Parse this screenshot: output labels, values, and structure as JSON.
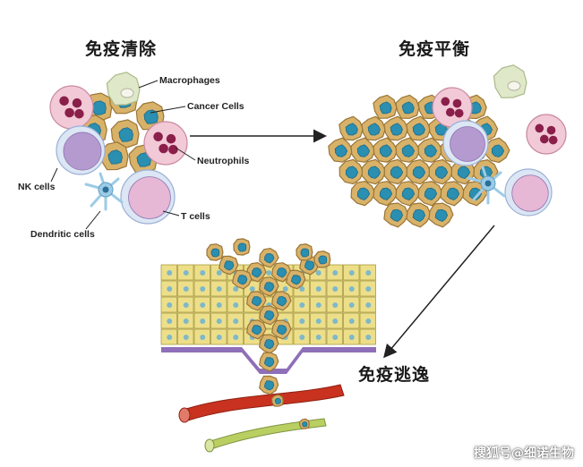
{
  "titles": {
    "clearance": "免疫清除",
    "equilibrium": "免疫平衡",
    "escape": "免疫逃逸"
  },
  "labels": {
    "macrophages": "Macrophages",
    "cancer_cells": "Cancer Cells",
    "neutrophils": "Neutrophils",
    "nk_cells": "NK cells",
    "t_cells": "T cells",
    "dendritic_cells": "Dendritic cells"
  },
  "watermark": "搜狐号@细诺生物",
  "colors": {
    "tumor_cell": "#d9b26a",
    "tumor_nucleus": "#2a8fb0",
    "neutrophil": "#f2c9d6",
    "neutrophil_nucleus": "#8a1f4a",
    "macrophage": "#dfe8c8",
    "nk_cell": "#b59ad0",
    "t_cell": "#e7b7d6",
    "dendritic": "#9ccbe6",
    "epithelium": "#eddf8a",
    "basement": "#8e6fb8",
    "vessel": "#c8321f",
    "lymph": "#b9cf62"
  }
}
